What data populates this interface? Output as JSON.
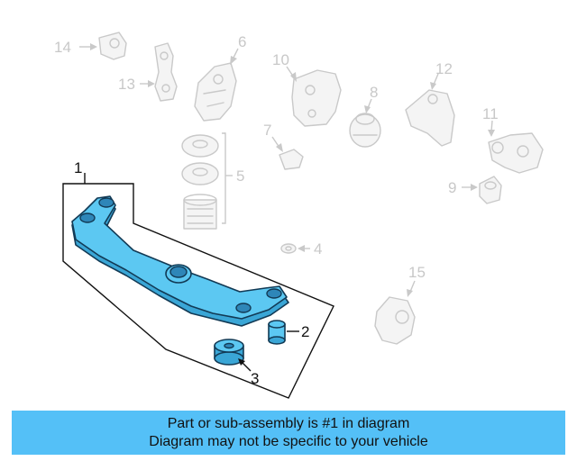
{
  "callouts": {
    "c1": "1",
    "c2": "2",
    "c3": "3",
    "c4": "4",
    "c5": "5",
    "c6": "6",
    "c7": "7",
    "c8": "8",
    "c9": "9",
    "c10": "10",
    "c11": "11",
    "c12": "12",
    "c13": "13",
    "c14": "14",
    "c15": "15"
  },
  "highlighted_part": "1",
  "colors": {
    "highlight": "#5cc8f2",
    "banner": "#54c0f7",
    "ghost": "#c9c9c9"
  },
  "banner": {
    "line1": "Part or sub-assembly is #1 in diagram",
    "line2": "Diagram may not be specific to your vehicle"
  }
}
